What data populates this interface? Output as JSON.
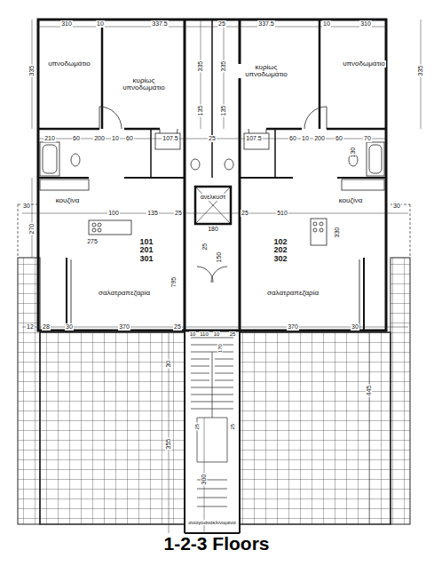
{
  "diagram": {
    "caption": "1-2-3 Floors",
    "labels": [
      "310",
      "10",
      "337.5",
      "25",
      "337.5",
      "10",
      "310",
      "335",
      "335",
      "335",
      "335",
      "υπνοδωμάτιο",
      "κυρίως υπνοδωμάτιο",
      "κυρίως υπνοδωμάτιο",
      "υπνοδωμάτιο",
      "210",
      "60",
      "200",
      "10",
      "60",
      "107.5",
      "25",
      "107.5",
      "60",
      "10",
      "200",
      "60",
      "130",
      "70",
      "135",
      "135",
      "κουζίνα",
      "κουζίνα",
      "100",
      "135",
      "25",
      "180",
      "25",
      "510",
      "30",
      "270",
      "275",
      "330",
      "30",
      "ανελκυστ",
      "101 201 301",
      "102 202 302",
      "150",
      "795",
      "25",
      "σαλατραπεζαρία",
      "σαλατραπεζαρία",
      "12",
      "28",
      "30",
      "370",
      "25",
      "370",
      "30",
      "445",
      "30",
      "10",
      "110",
      "10",
      "170",
      "25",
      "355",
      "300",
      "25",
      "25",
      "ανοιγοανακλινομενα"
    ]
  }
}
